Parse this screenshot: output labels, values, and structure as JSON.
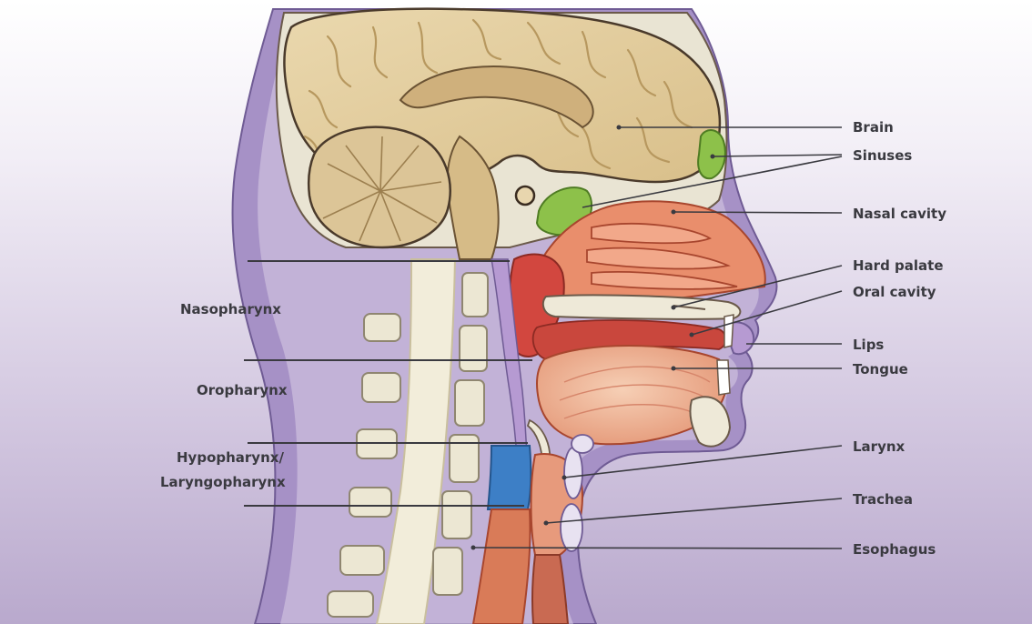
{
  "figure": {
    "title": "",
    "colors": {
      "background_top": "#ffffff",
      "background_bottom": "#b9a9cd",
      "skin": "#a691c6",
      "skin_outline": "#6f5b94",
      "brain": "#e2cc9c",
      "brain_fold": "#c9ad79",
      "brain_outline": "#4a3a2b",
      "cerebellum": "#dcc597",
      "sinus": "#8dc14a",
      "nasal_mucosa": "#e98e6c",
      "mouth_red": "#d2473f",
      "tongue": "#f0b99b",
      "spine": "#f2edda",
      "vertebra": "#ece7d3",
      "esophagus": "#d97b58",
      "hypopharynx_blue": "#3d7fc6",
      "leader_line": "#3a3a40"
    }
  },
  "labels": {
    "right": [
      {
        "id": "brain",
        "text": "Brain"
      },
      {
        "id": "sinuses",
        "text": "Sinuses"
      },
      {
        "id": "nasal-cavity",
        "text": "Nasal cavity"
      },
      {
        "id": "hard-palate",
        "text": "Hard palate"
      },
      {
        "id": "oral-cavity",
        "text": "Oral cavity"
      },
      {
        "id": "lips",
        "text": "Lips"
      },
      {
        "id": "tongue",
        "text": "Tongue"
      },
      {
        "id": "larynx",
        "text": "Larynx"
      },
      {
        "id": "trachea",
        "text": "Trachea"
      },
      {
        "id": "esophagus",
        "text": "Esophagus"
      }
    ],
    "left": [
      {
        "id": "nasopharynx",
        "text": "Nasopharynx"
      },
      {
        "id": "oropharynx",
        "text": "Oropharynx"
      },
      {
        "id": "hypopharynx-line1",
        "text": "Hypopharynx/"
      },
      {
        "id": "hypopharynx-line2",
        "text": "Laryngopharynx"
      }
    ]
  }
}
